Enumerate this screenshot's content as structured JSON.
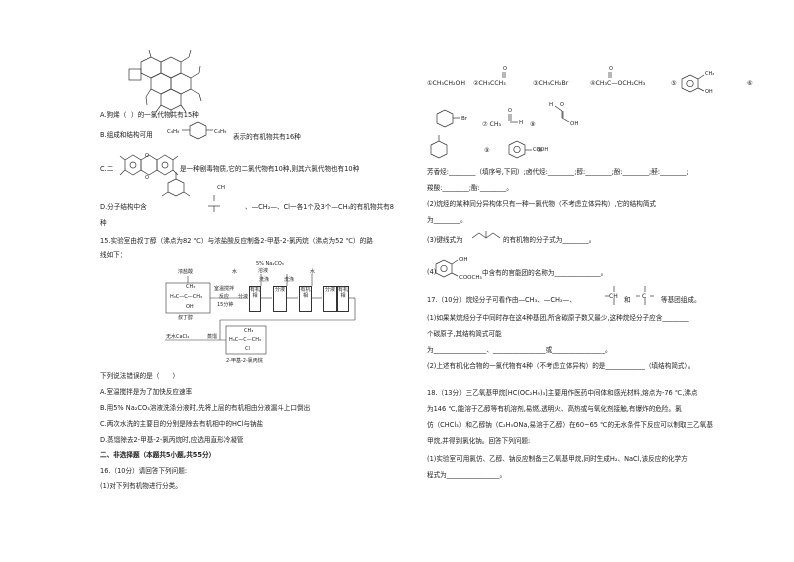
{
  "left": {
    "opt_a": "A.狗烯（",
    "opt_a_tail": "）的一氯代物共有15种",
    "opt_b_pre": "B.组成和结构可用",
    "opt_b_sub": "C₄H₉",
    "opt_b_sub2": "C₄H₉",
    "opt_b_tail": "表示的有机物共有16种",
    "opt_c_pre": "C.二",
    "opt_c_tail": "是一种剧毒物质,它的二氯代物有10种,则其六氯代物也有10种",
    "opt_d_pre": "D.分子结构中含",
    "opt_d_ch": "CH",
    "opt_d_mid": "、—CH₂—、Cl一各1个及3个—CH₃的有机物共有8",
    "opt_d_end": "种",
    "q15": "15.实验室由叔丁醇（沸点为82 ℃）与浓盐酸反应制备2-甲基-2-氯丙烷（沸点为52 ℃）的路",
    "q15b": "线如下：",
    "flow": {
      "acid": "浓盐酸",
      "stir": "室温搅拌",
      "react": "反应",
      "time": "15分钟",
      "sep": "分液",
      "org": "有机相",
      "naco": "5% Na₂CO₃",
      "sol": "溶液",
      "water1": "水",
      "water2": "水",
      "wash": "洗涤",
      "sep2": "分液",
      "org2": "有机相",
      "wash2": "洗涤",
      "sep3": "分液",
      "org3": "有机相",
      "ch3": "CH₃",
      "h3c": "H₃C—C—CH₃",
      "oh": "OH",
      "tert": "叔丁醇",
      "dry": "无水CaCl₂",
      "distill": "蒸馏",
      "ch3b": "CH₃",
      "h3cb": "H₃C—C—CH₃",
      "cl": "Cl",
      "product": "2-甲基-2-氯丙烷"
    },
    "q15q": "下列说法错误的是（　　）",
    "q15a": "A.室温搅拌是为了加快反应速率",
    "q15b2": "B.用5% Na₂CO₃溶液洗涤分液时,先将上层的有机相由分液漏斗上口倒出",
    "q15c": "C.两次水洗的主要目的分别是除去有机相中的HCl与钠盐",
    "q15d": "D.蒸馏除去2-甲基-2-氯丙烷时,应选用直形冷凝管",
    "sec2": "二、非选择题（本题共5小题,共55分）",
    "q16": "16.（10分）请回答下列问题:",
    "q16a": "(1)对下列有机物进行分类。"
  },
  "right": {
    "c1": "①CH₃CH₂OH",
    "c2": "②CH₃CCH₃",
    "c3": "③CH₃CH₂Br",
    "c4": "④CH₃C—OCH₂CH₃",
    "c5": "⑤",
    "c5oh": "OH",
    "c5ch": "CH₂",
    "c6": "⑥",
    "c6br": "Br",
    "c7": "⑦ CH₃",
    "c7h": "H",
    "c8": "⑧",
    "c8h": "H",
    "c8oh": "OH",
    "c9": "⑨",
    "c10": "⑩",
    "c10cooh": "COOH",
    "o_letter": "O",
    "line1": "芳香烃:________（填序号,下同）;卤代烃:________;醇:________;酚:________;醛:________;",
    "line2": "羧酸:________;酯:________。",
    "q2": "(2)烷烃的某种同分异构体只有一种一氯代物（不考虑立体异构）,它的结构简式",
    "q2b": "为________。",
    "q3": "(3)键线式为",
    "q3b": "的有机物的分子式为________。",
    "q4": "(4)",
    "q4oh": "OH",
    "q4cooch": "COOCH₃",
    "q4b": "中含有的官能团的名称为______________。",
    "q17": "17.（10分）烷烃分子可看作由—CH₃、—CH₂—、",
    "q17ch": "CH",
    "q17and": "和",
    "q17c": "C",
    "q17tail": "等基团组成。",
    "q17_1": "(1)如果某烷烃分子中同时存在这4种基团,所含碳原子数又最少,这种烷烃分子应含________",
    "q17_1b": "个碳原子,其结构简式可能",
    "q17_1c": "为________________、________________或________________。",
    "q17_2": "(2)上述有机化合物的一氯代物有4种（不考虑立体异构）的是____________（填结构简式）。",
    "q18": "18.（13分）三乙氧基甲烷[HC(OC₂H₅)₃]主要用作医药中间体和感光材料,熔点为-76 ℃,沸点",
    "q18b": "为146 ℃,能溶于乙醇等有机溶剂,易燃,透明火、高热或与氧化剂接触,有爆炸的危险。氯",
    "q18c": "仿（CHCl₃）和乙醇钠（C₂H₅ONa,易溶于乙醇）在60~65 ℃的无水条件下反应可以制取三乙氧基",
    "q18d": "甲烷,并得到氯化钠。回答下列问题:",
    "q18_1": "(1)实验室可用氯仿、乙醇、钠反应制备三乙氧基甲烷,同时生成H₂、NaCl,该反应的化学方",
    "q18_1b": "程式为________________。"
  }
}
